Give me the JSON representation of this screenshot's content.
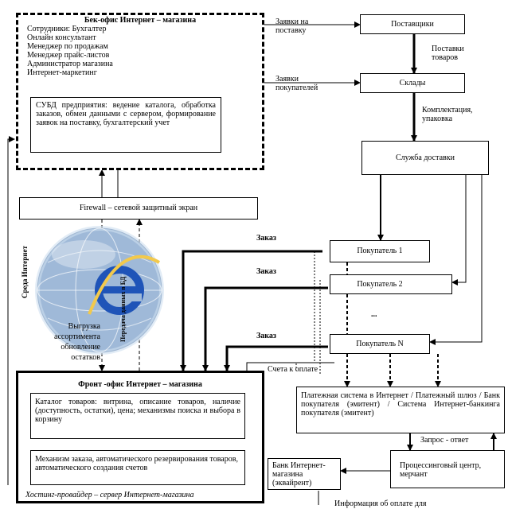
{
  "backoffice": {
    "title": "Бек-офис Интернет – магазина",
    "staff": [
      "Сотрудники: Бухгалтер",
      "Онлайн консультант",
      "Менеджер по продажам",
      "Менеджер прайс-листов",
      "Администратор магазина",
      "Интернет-маркетинг"
    ],
    "dbms": "СУБД предприятия: ведение каталога, обработка заказов, обмен данными с сервером, формирование заявок на поставку, бухгалтерский учет"
  },
  "firewall": "Firewall – сетевой защитный экран",
  "environment_label": "Среда Интернет",
  "db_transfer_label": "Передача данных в БД",
  "upload_label": "Выгрузка ассортимента обновление остатков",
  "frontoffice": {
    "title": "Фронт -офис Интернет – магазина",
    "catalog": "Каталог товаров: витрина, описание товаров, наличие (доступность, остатки), цена; механизмы поиска и выбора в корзину",
    "order": "Механизм заказа, автоматического резервирования товаров, автоматического создания счетов",
    "hosting": "Хостинг-провайдер – сервер Интернет-магазина"
  },
  "right_flow": {
    "supply_requests": "Заявки на поставку",
    "suppliers": "Поставщики",
    "supplies": "Поставки товаров",
    "buyer_requests": "Заявки покупателей",
    "warehouses": "Склады",
    "picking": "Комплектация, упаковка",
    "delivery": "Служба доставки"
  },
  "buyers": [
    "Покупатель 1",
    "Покупатель 2",
    "Покупатель N"
  ],
  "dots": "...",
  "order_label": "Заказ",
  "invoice_label": "Счета к оплате",
  "payment_system": "Платежная система в Интернет / Платежный шлюз / Банк покупателя (эмитент) / Система Интернет-банкинга покупателя (эмитент)",
  "request_response": "Запрос - ответ",
  "shop_bank": "Банк Интернет-магазина (эквайрент)",
  "processing": "Процессинговый центр, мерчант",
  "payment_info": "Информация об оплате для"
}
